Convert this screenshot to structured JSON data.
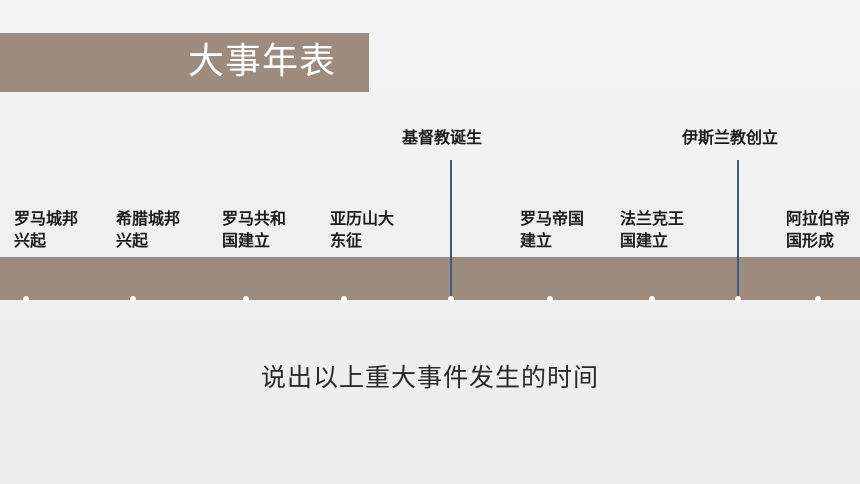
{
  "title": "大事年表",
  "events": [
    {
      "label": "罗马城邦\n兴起"
    },
    {
      "label": "希腊城邦\n兴起"
    },
    {
      "label": "罗马共和\n国建立"
    },
    {
      "label": "亚历山大\n东征"
    },
    {
      "label": "罗马帝国\n建立"
    },
    {
      "label": "法兰克王\n国建立"
    },
    {
      "label": "阿拉伯帝\n国形成"
    }
  ],
  "dividers": [
    {
      "label": "基督教诞生"
    },
    {
      "label": "伊斯兰教创立"
    }
  ],
  "prompt": "说出以上重大事件发生的时间",
  "colors": {
    "band": "#9d8c7e",
    "divider": "#3e5a78",
    "text": "#1c1c1c"
  }
}
